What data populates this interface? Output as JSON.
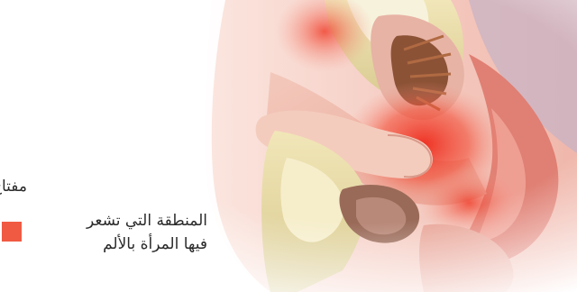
{
  "legend": {
    "title": "مفتاح",
    "swatch_color": "#f05a42",
    "label_line1": "المنطقة التي تشعر",
    "label_line2": "فيها المرأة بالألم"
  },
  "illustration": {
    "icon": "anatomy-cross-section-illustration"
  }
}
